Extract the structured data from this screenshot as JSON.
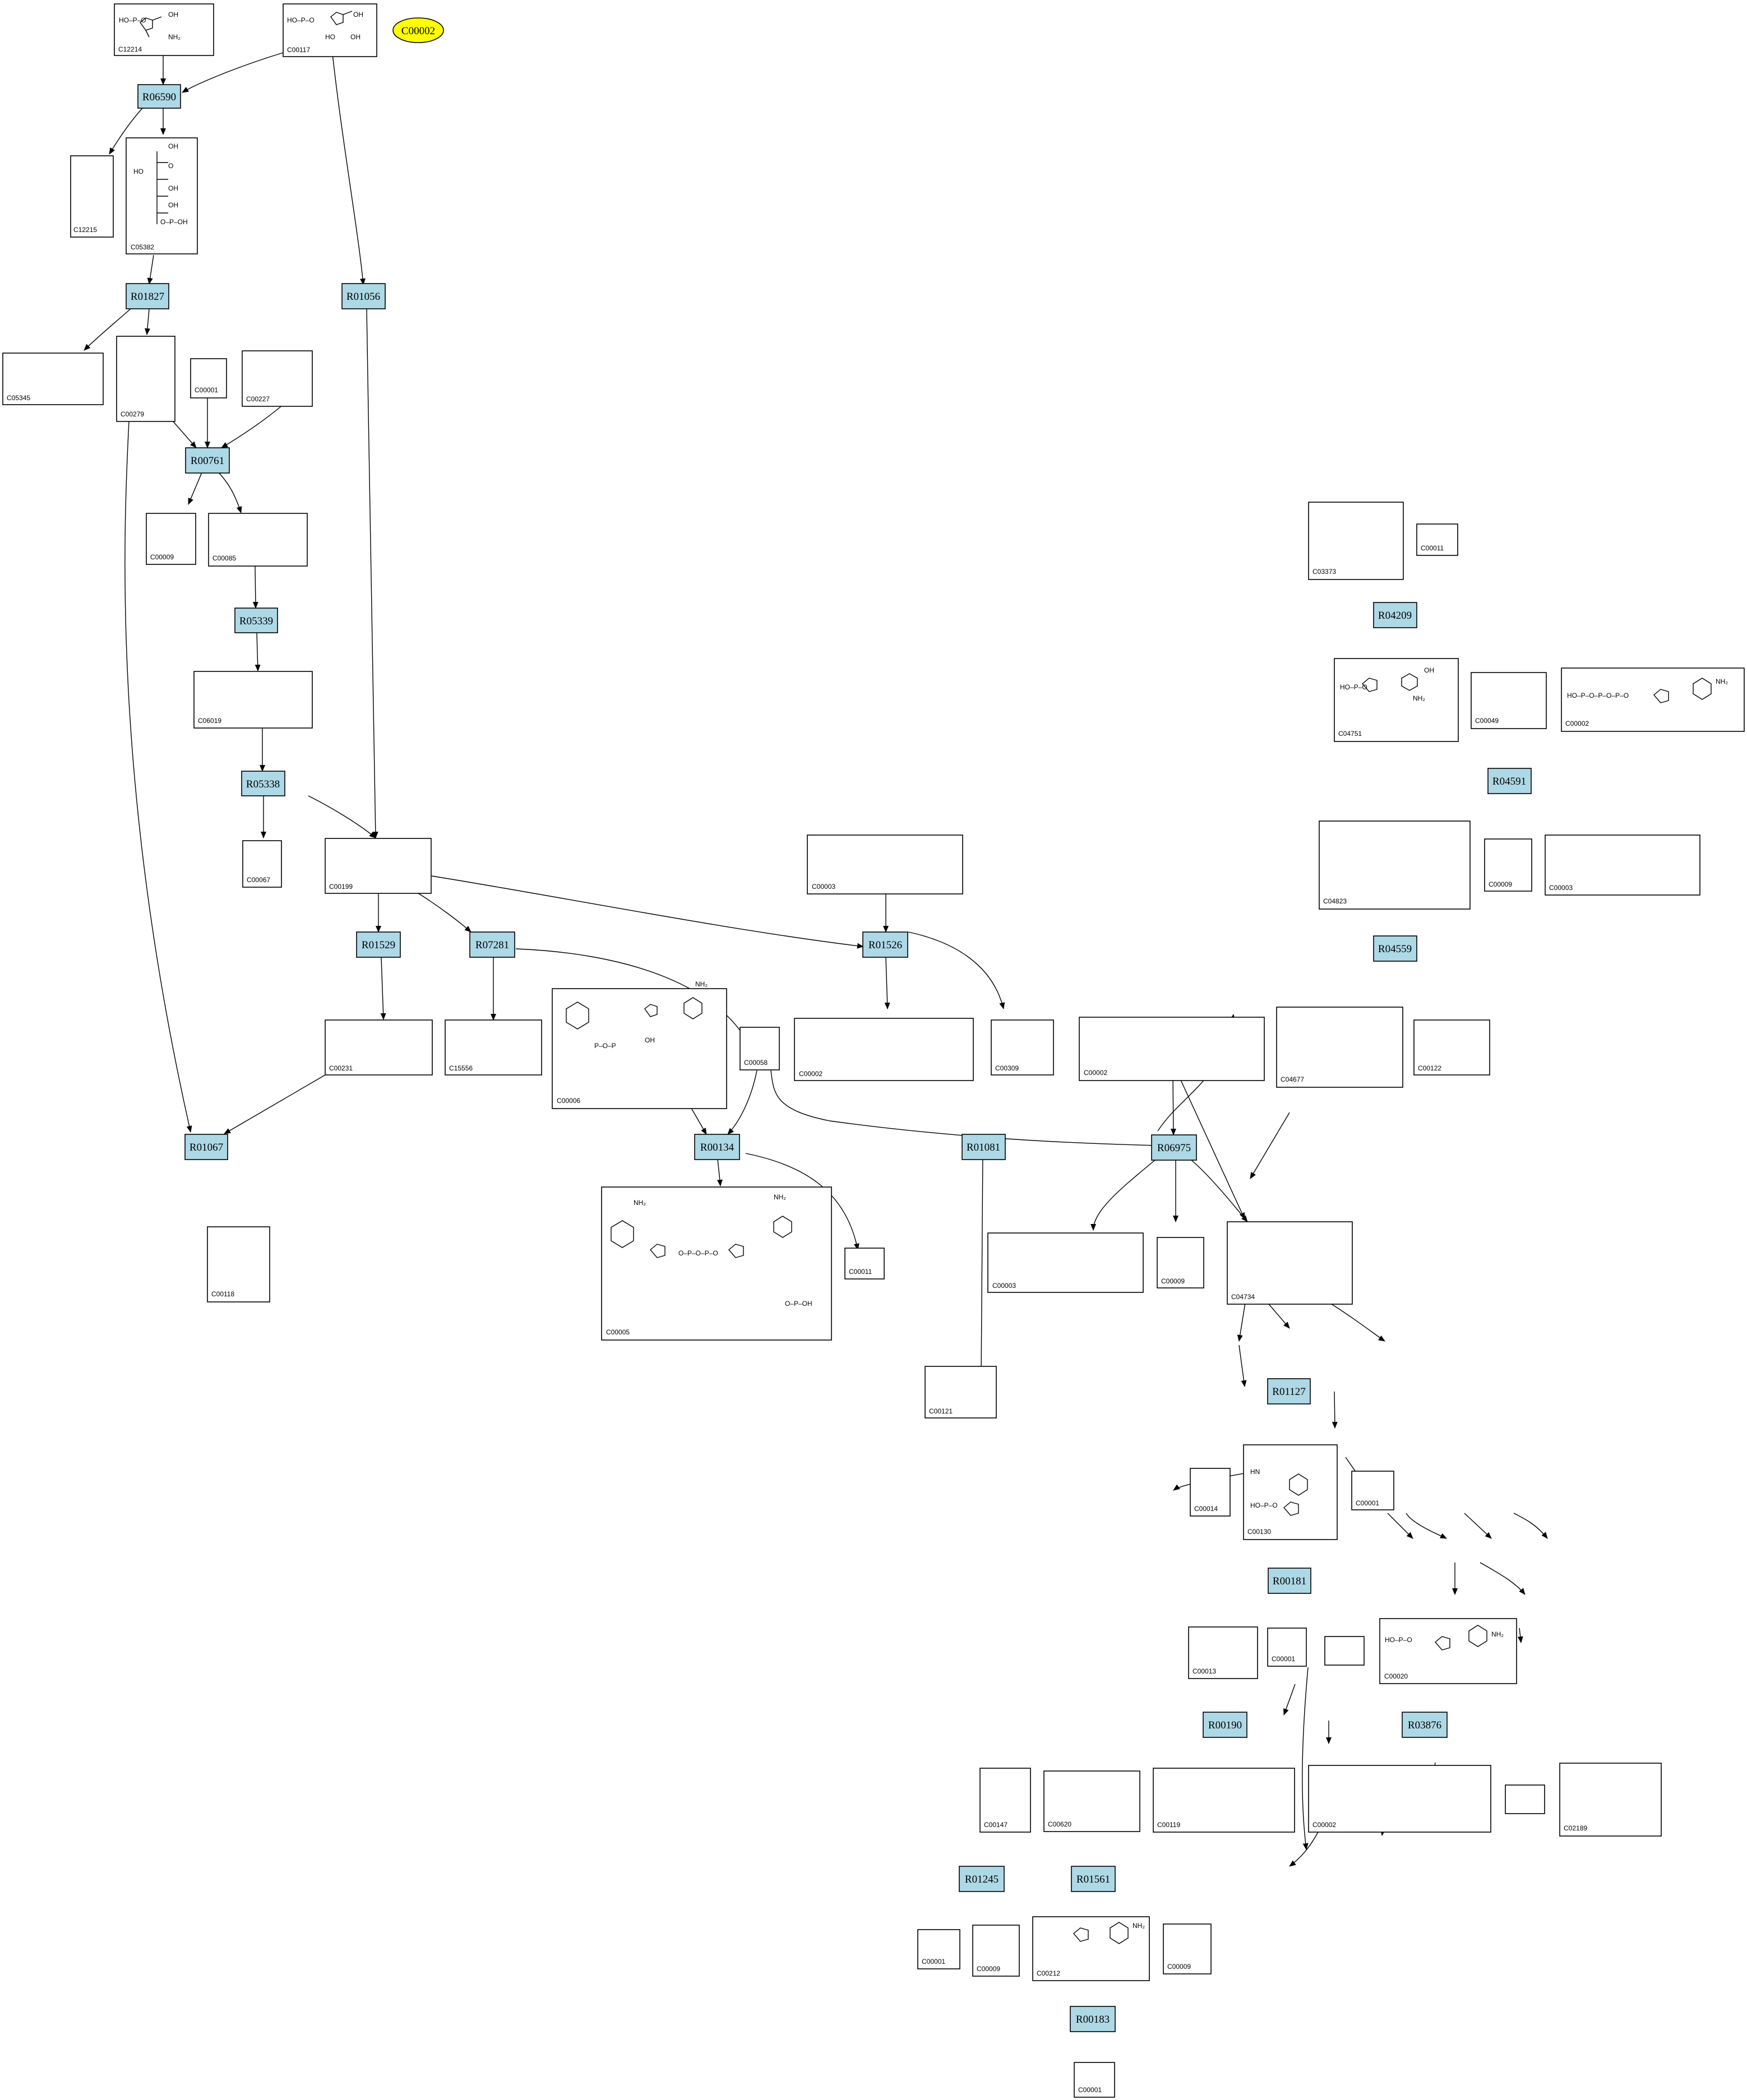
{
  "hub": "C00002",
  "reactions": {
    "R06590": "R06590",
    "R01827": "R01827",
    "R01056": "R01056",
    "R00761": "R00761",
    "R05339": "R05339",
    "R05338": "R05338",
    "R01529": "R01529",
    "R07281": "R07281",
    "R01526": "R01526",
    "R01067": "R01067",
    "R00134": "R00134",
    "R01081": "R01081",
    "R06975": "R06975",
    "R04209": "R04209",
    "R04591": "R04591",
    "R04559": "R04559",
    "R01127": "R01127",
    "R00181": "R00181",
    "R00190": "R00190",
    "R03876": "R03876",
    "R01245": "R01245",
    "R01561": "R01561",
    "R00183": "R00183"
  },
  "compounds": {
    "n1": "C12214",
    "n2": "C00117",
    "n3": "C12215",
    "n4": "C05382",
    "n5": "C05345",
    "n6": "C00279",
    "n7": "C00001",
    "n8": "C00227",
    "n9": "C00009",
    "n10": "C00085",
    "n11": "C06019",
    "n12": "C00067",
    "n13": "C00199",
    "n14": "C00003",
    "n15": "C00231",
    "n16": "C15556",
    "n17": "C00006",
    "n18": "C00058",
    "n19": "C00002",
    "n20": "C00309",
    "n21": "C00118",
    "n22": "C00005",
    "n23": "C00011",
    "n24": "C00002",
    "n25": "C00003",
    "n26": "C00009",
    "n27": "C04734",
    "n28": "C04677",
    "n29": "C00122",
    "n30": "C04823",
    "n31": "C00009",
    "n32": "C00003",
    "n33": "C03373",
    "n34": "C00011",
    "n35": "C04751",
    "n36": "C00049",
    "n37": "C00002",
    "n38": "C00121",
    "n39": "C00130",
    "n40": "C00001",
    "n41": "C00014",
    "n42": "C00001",
    "n43": "C00013",
    "n44": "C00020",
    "n45": "",
    "n46": "C00119",
    "n47": "C00002",
    "n48": "",
    "n49": "C02189",
    "n50": "C00147",
    "n51": "C00620",
    "n52": "C00001",
    "n53": "C00009",
    "n54": "C00212",
    "n55": "C00009",
    "n56": "C00001"
  }
}
